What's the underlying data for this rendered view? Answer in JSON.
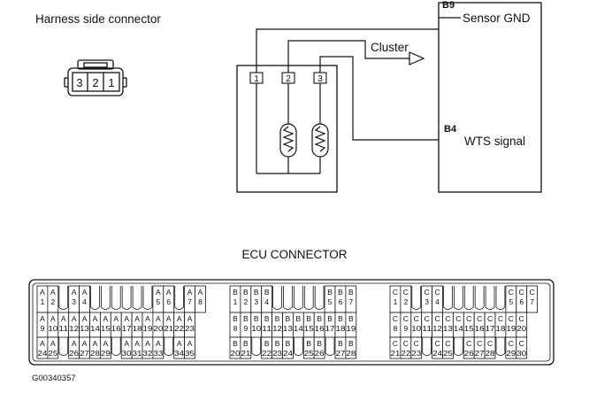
{
  "harness": {
    "title": "Harness side connector",
    "pins": [
      "3",
      "2",
      "1"
    ]
  },
  "sensor": {
    "terminals": [
      "1",
      "2",
      "3"
    ]
  },
  "ecu_box": {
    "top_pin": "B9",
    "top_label": "Sensor GND",
    "mid_pin": "B4",
    "mid_label": "WTS signal"
  },
  "cluster_label": "Cluster",
  "ecu_connector": {
    "title": "ECU CONNECTOR",
    "groups": [
      {
        "letter": "A",
        "top": [
          "1",
          "2",
          "",
          "3",
          "4",
          "",
          "",
          "",
          "",
          "",
          "",
          "5",
          "6",
          "",
          "7",
          "8"
        ],
        "mid": [
          "9",
          "10",
          "11",
          "12",
          "13",
          "14",
          "15",
          "16",
          "17",
          "18",
          "19",
          "20",
          "21",
          "22",
          "23"
        ],
        "bot": [
          "24",
          "25",
          "",
          "26",
          "27",
          "28",
          "29",
          "",
          "30",
          "31",
          "32",
          "33",
          "",
          "34",
          "35"
        ]
      },
      {
        "letter": "B",
        "top": [
          "1",
          "2",
          "3",
          "4",
          "",
          "",
          "",
          "",
          "",
          "5",
          "6",
          "7"
        ],
        "mid": [
          "8",
          "9",
          "10",
          "11",
          "12",
          "13",
          "14",
          "15",
          "16",
          "17",
          "18",
          "19"
        ],
        "bot": [
          "20",
          "21",
          "",
          "22",
          "23",
          "24",
          "",
          "25",
          "26",
          "",
          "27",
          "28"
        ]
      },
      {
        "letter": "C",
        "top": [
          "1",
          "2",
          "",
          "3",
          "4",
          "",
          "",
          "",
          "",
          "",
          "",
          "5",
          "6",
          "7"
        ],
        "mid": [
          "8",
          "9",
          "10",
          "11",
          "12",
          "13",
          "14",
          "15",
          "16",
          "17",
          "18",
          "19",
          "20"
        ],
        "bot": [
          "21",
          "22",
          "23",
          "",
          "24",
          "25",
          "",
          "26",
          "27",
          "28",
          "",
          "29",
          "30"
        ]
      }
    ]
  },
  "figure_code": "G00340357"
}
